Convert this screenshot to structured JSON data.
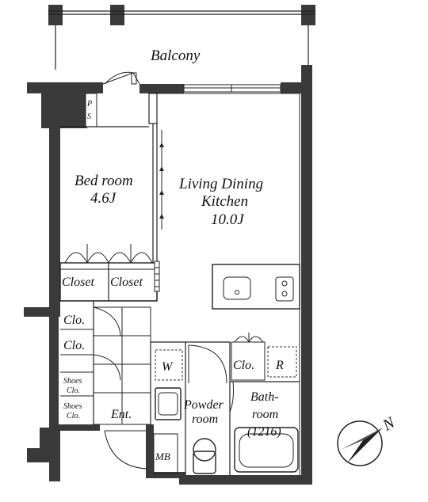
{
  "rooms": {
    "balcony": "Balcony",
    "bedroom_name": "Bed room",
    "bedroom_size": "4.6J",
    "ldk_line1": "Living Dining",
    "ldk_line2": "Kitchen",
    "ldk_size": "10.0J",
    "closet_left": "Closet",
    "closet_right": "Closet",
    "clo_upper": "Clo.",
    "clo_lower": "Clo.",
    "shoes_upper_line1": "Shoes",
    "shoes_upper_line2": "Clo.",
    "shoes_lower_line1": "Shoes",
    "shoes_lower_line2": "Clo.",
    "entrance": "Ent.",
    "mb": "MB",
    "washer": "W",
    "powder_line1": "Powder",
    "powder_line2": "room",
    "clo_bath": "Clo.",
    "refrigerator": "R",
    "bath_line1": "Bath-",
    "bath_line2": "room",
    "bath_size": "(1216)",
    "ps_p": "P",
    "ps_s": "S"
  },
  "compass": {
    "label": "N"
  }
}
